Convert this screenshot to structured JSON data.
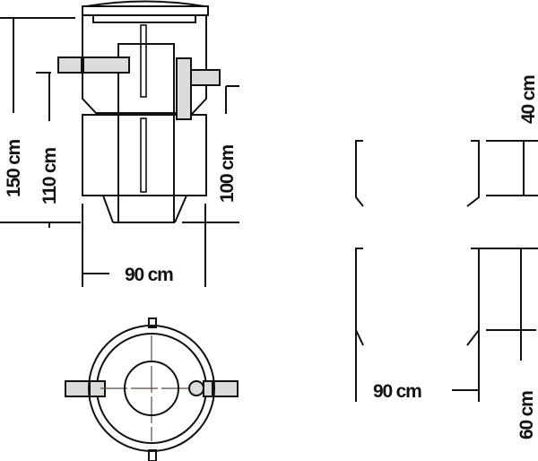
{
  "labels": {
    "height_total": "150 cm",
    "height_inlet": "110 cm",
    "height_outlet": "100 cm",
    "width_elevation": "90 cm",
    "top_section_height": "40 cm",
    "bottom_section_height": "60 cm",
    "width_side": "90 cm"
  },
  "colors": {
    "line": "#111111",
    "pipe_fill": "#dcdcdc",
    "axis": "#5a4a44"
  }
}
